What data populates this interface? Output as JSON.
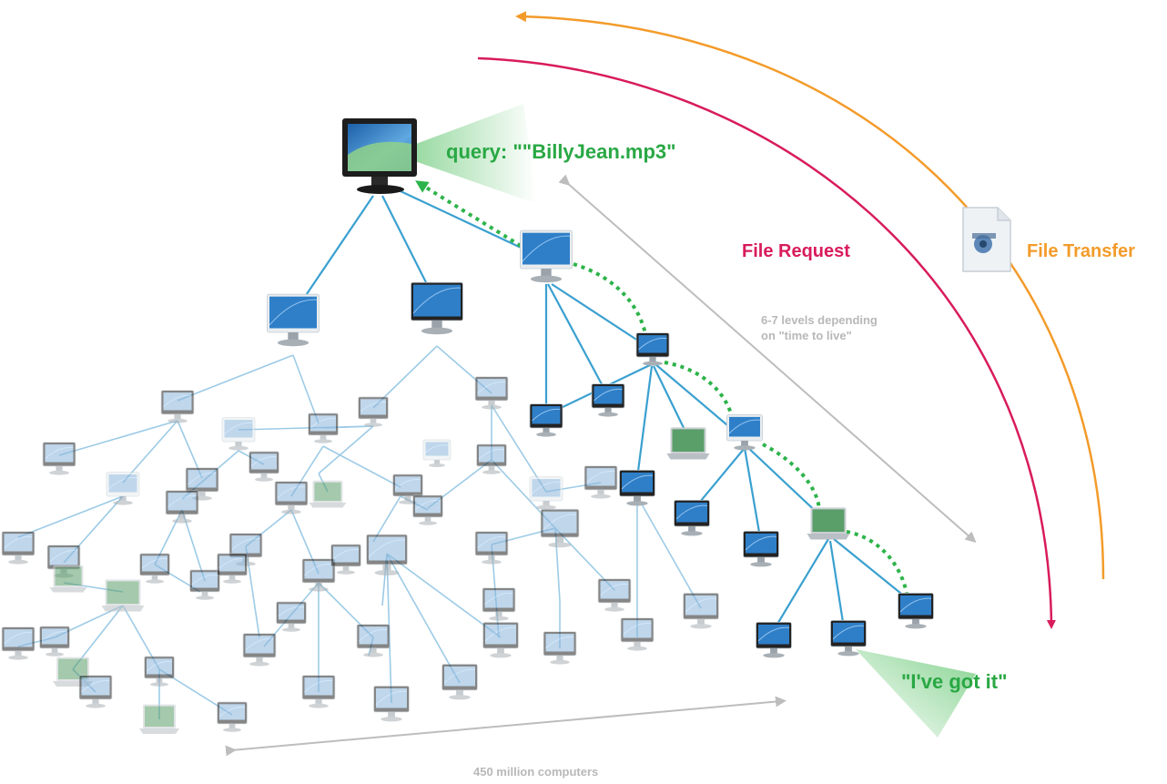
{
  "labels": {
    "query": "query: \"\"BillyJean.mp3\"",
    "file_request": "File Request",
    "file_transfer": "File Transfer",
    "levels_line1": "6-7 levels depending",
    "levels_line2": "on \"time to live\"",
    "got_it": "\"I've got it\"",
    "computers": "450 million computers"
  },
  "colors": {
    "file_request_arc": "#d81b5c",
    "file_transfer_arc": "#f39b2a",
    "query_path": "#2db34a",
    "network_link": "#3aa0d0",
    "faded_link": "#9dcbe6",
    "annotation_gray": "#b8b8b8",
    "query_text": "#29a844",
    "request_text": "#d81b5c",
    "transfer_text": "#f39b2a"
  },
  "icons": {
    "origin": "monitor-icon",
    "file": "music-file-icon",
    "node": "computer-icon",
    "source": "monitor-icon"
  }
}
